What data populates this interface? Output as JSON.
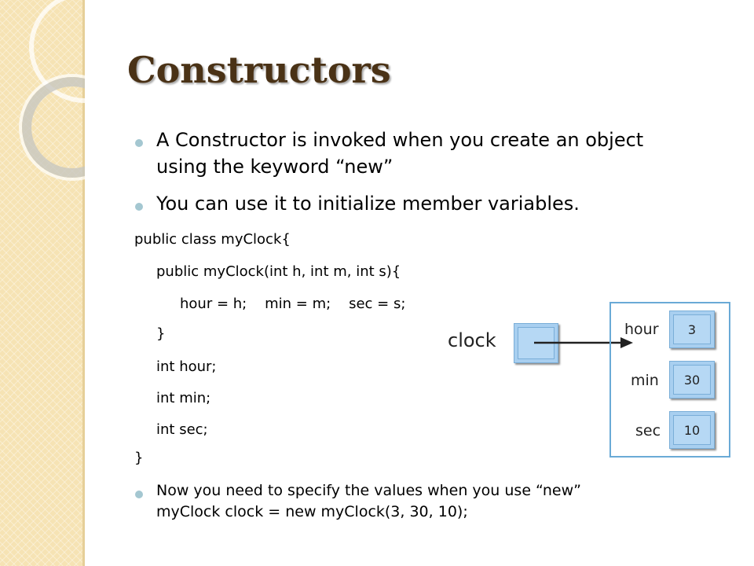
{
  "slide": {
    "title": "Constructors",
    "bullets": [
      "A Constructor is invoked when you create an object",
      "using the keyword “new”",
      "You can use it to initialize member variables."
    ],
    "code": [
      "public class myClock{",
      "public myClock(int h, int m, int s){",
      "hour = h;    min = m;    sec = s;",
      "}",
      "int hour;",
      "int min;",
      "int sec;",
      "}"
    ],
    "last_bullet": {
      "line1": "Now you need to specify the values when you use “new”",
      "line2": "myClock clock = new myClock(3, 30, 10);"
    }
  },
  "diagram": {
    "reference_label": "clock",
    "fields": [
      {
        "name": "hour",
        "value": "3"
      },
      {
        "name": "min",
        "value": "30"
      },
      {
        "name": "sec",
        "value": "10"
      }
    ]
  },
  "colors": {
    "title": "#4a3216",
    "bullet": "#a4c7d1",
    "cell": "#a8cff0",
    "frame": "#6aaad6",
    "band": "#f6e3b4"
  }
}
